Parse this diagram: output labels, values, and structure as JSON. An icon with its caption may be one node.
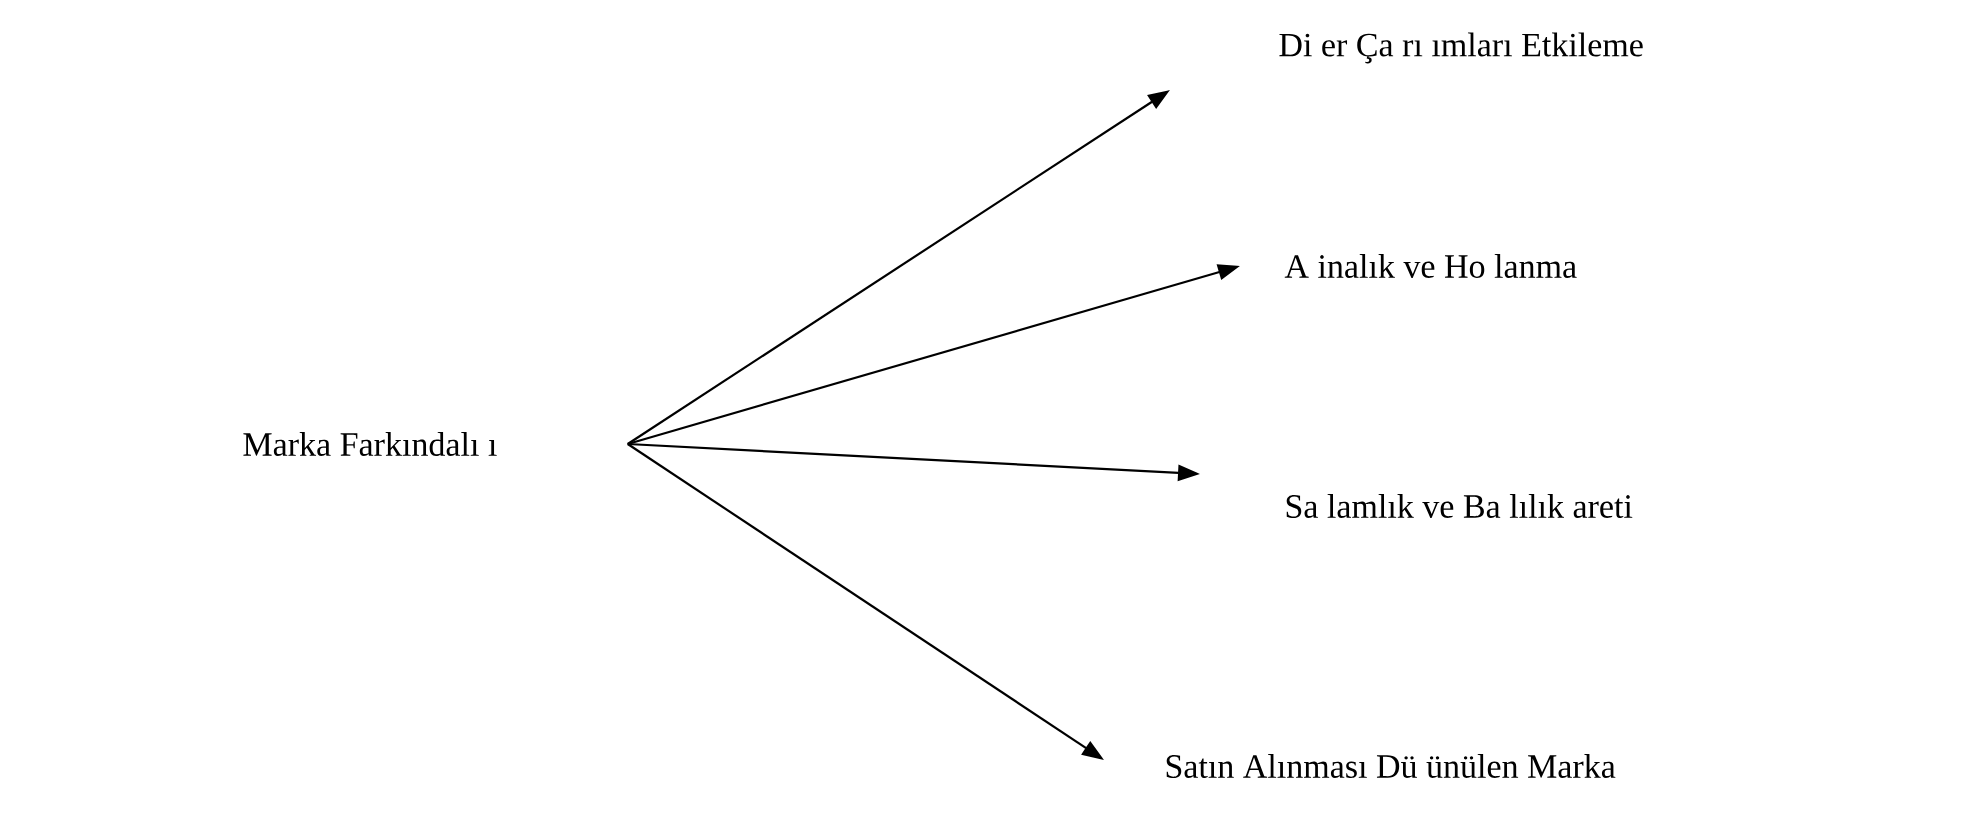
{
  "diagram": {
    "nodes": [
      {
        "text": [
          "Marka Farkındalı ı"
        ]
      },
      {
        "text": [
          "Di er Ça rı ımları Etkileme"
        ]
      },
      {
        "text": [
          "A inalık ve Ho lanma"
        ]
      },
      {
        "text": [
          "Sa lamlık ve Ba lılık areti"
        ]
      },
      {
        "text": [
          "Satın Alınması Dü ünülen Marka"
        ]
      }
    ],
    "edges": [
      {
        "from": 0,
        "to": 1,
        "arrow": "to"
      },
      {
        "from": 0,
        "to": 2,
        "arrow": "to"
      },
      {
        "from": 0,
        "to": 3,
        "arrow": "to"
      },
      {
        "from": 0,
        "to": 4,
        "arrow": "to"
      }
    ]
  }
}
